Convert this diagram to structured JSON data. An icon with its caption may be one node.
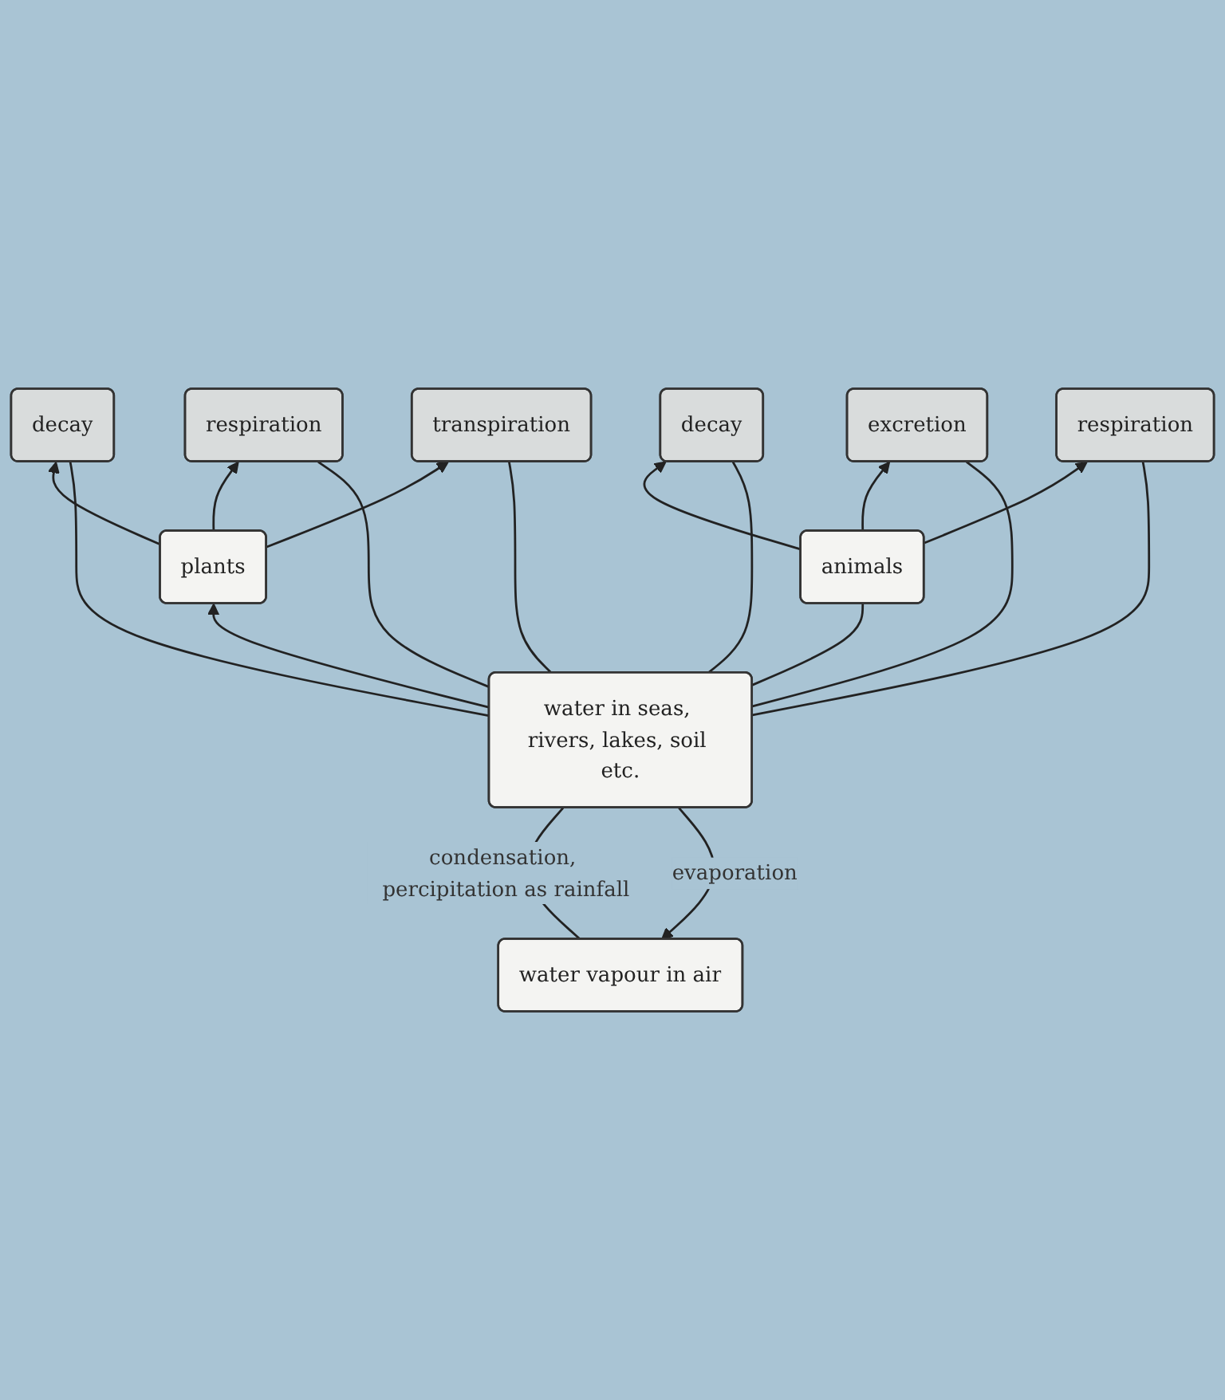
{
  "diagram": {
    "nodes": [
      {
        "text": [
          "water vapour in air"
        ]
      },
      {
        "text": [
          "decay"
        ]
      },
      {
        "text": [
          "excretion"
        ]
      },
      {
        "text": [
          "respiration"
        ]
      },
      {
        "text": [
          "decay"
        ]
      },
      {
        "text": [
          "respiration"
        ]
      },
      {
        "text": [
          "transpiration"
        ]
      },
      {
        "text": [
          "animals"
        ]
      },
      {
        "text": [
          "plants"
        ]
      },
      {
        "text": [
          "water in seas, rivers, lakes, soil etc."
        ]
      }
    ],
    "edges": [
      {
        "from": 0,
        "to": 9,
        "arrow": "none",
        "label": "condensation, percipitation as rainfall"
      },
      {
        "from": 9,
        "to": 0,
        "arrow": "to",
        "label": "evaporation"
      },
      {
        "from": 7,
        "to": 1,
        "arrow": "to"
      },
      {
        "from": 7,
        "to": 2,
        "arrow": "to"
      },
      {
        "from": 7,
        "to": 3,
        "arrow": "to"
      },
      {
        "from": 1,
        "to": 9,
        "arrow": "none"
      },
      {
        "from": 2,
        "to": 9,
        "arrow": "none"
      },
      {
        "from": 3,
        "to": 9,
        "arrow": "none"
      },
      {
        "from": 8,
        "to": 4,
        "arrow": "to"
      },
      {
        "from": 8,
        "to": 5,
        "arrow": "to"
      },
      {
        "from": 8,
        "to": 6,
        "arrow": "to"
      },
      {
        "from": 4,
        "to": 9,
        "arrow": "none"
      },
      {
        "from": 5,
        "to": 9,
        "arrow": "none"
      },
      {
        "from": 6,
        "to": 9,
        "arrow": "none"
      },
      {
        "from": 9,
        "to": 8,
        "arrow": "to"
      },
      {
        "from": 9,
        "to": 7,
        "arrow": "none"
      }
    ]
  }
}
